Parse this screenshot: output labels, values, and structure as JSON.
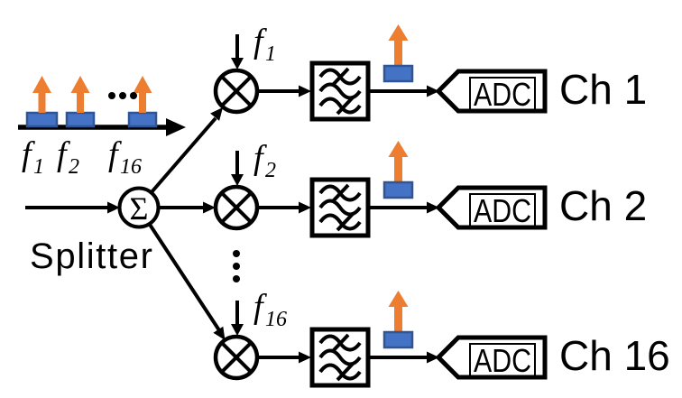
{
  "colors": {
    "background": "#FFFFFF",
    "line": "#000000",
    "tone_arrow_orange": "#ED7D31",
    "tone_marker_blue_fill": "#4472C4",
    "tone_marker_blue_border": "#2F5597"
  },
  "frequency_comb": {
    "tones": [
      {
        "base": "f",
        "sub": "1"
      },
      {
        "base": "f",
        "sub": "2"
      },
      {
        "base": "f",
        "sub": "16"
      }
    ]
  },
  "splitter": {
    "symbol": "Σ",
    "label": "Splitter"
  },
  "channels": [
    {
      "lo_base": "f",
      "lo_sub": "1",
      "adc_label": "ADC",
      "channel_label": "Ch 1"
    },
    {
      "lo_base": "f",
      "lo_sub": "2",
      "adc_label": "ADC",
      "channel_label": "Ch 2"
    },
    {
      "lo_base": "f",
      "lo_sub": "16",
      "adc_label": "ADC",
      "channel_label": "Ch 16"
    }
  ],
  "icons": {
    "mixer": "circle-with-x-multiplier",
    "filter": "bandpass-filter-waves",
    "tone": "blue-marker-with-orange-up-arrow",
    "horizontal_ellipsis": "…",
    "vertical_ellipsis": "⋮"
  }
}
